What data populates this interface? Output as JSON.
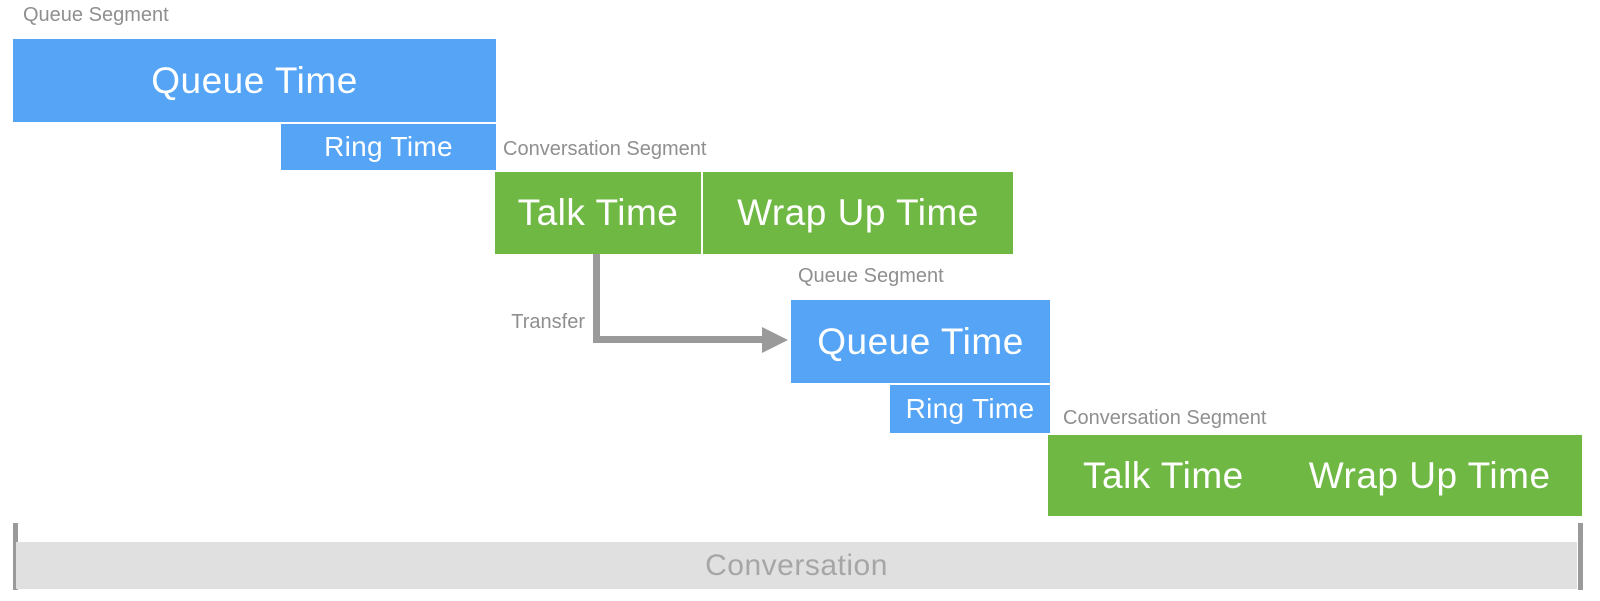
{
  "colors": {
    "blue": "#55a4f6",
    "green": "#6fb843",
    "arrow_gray": "#9a9a9a",
    "label_gray": "#8f8f8f",
    "timeline_bar_bg": "#e0e0e0",
    "timeline_text": "#a6a6a6"
  },
  "first_queue_segment": {
    "label": "Queue Segment",
    "queue_time": "Queue Time",
    "ring_time": "Ring Time"
  },
  "first_conversation_segment": {
    "label": "Conversation Segment",
    "talk_time": "Talk Time",
    "wrap_up_time": "Wrap Up Time"
  },
  "transfer": {
    "label": "Transfer"
  },
  "second_queue_segment": {
    "label": "Queue Segment",
    "queue_time": "Queue Time",
    "ring_time": "Ring Time"
  },
  "second_conversation_segment": {
    "label": "Conversation Segment",
    "talk_time": "Talk Time",
    "wrap_up_time": "Wrap Up Time"
  },
  "timeline": {
    "label": "Conversation"
  }
}
